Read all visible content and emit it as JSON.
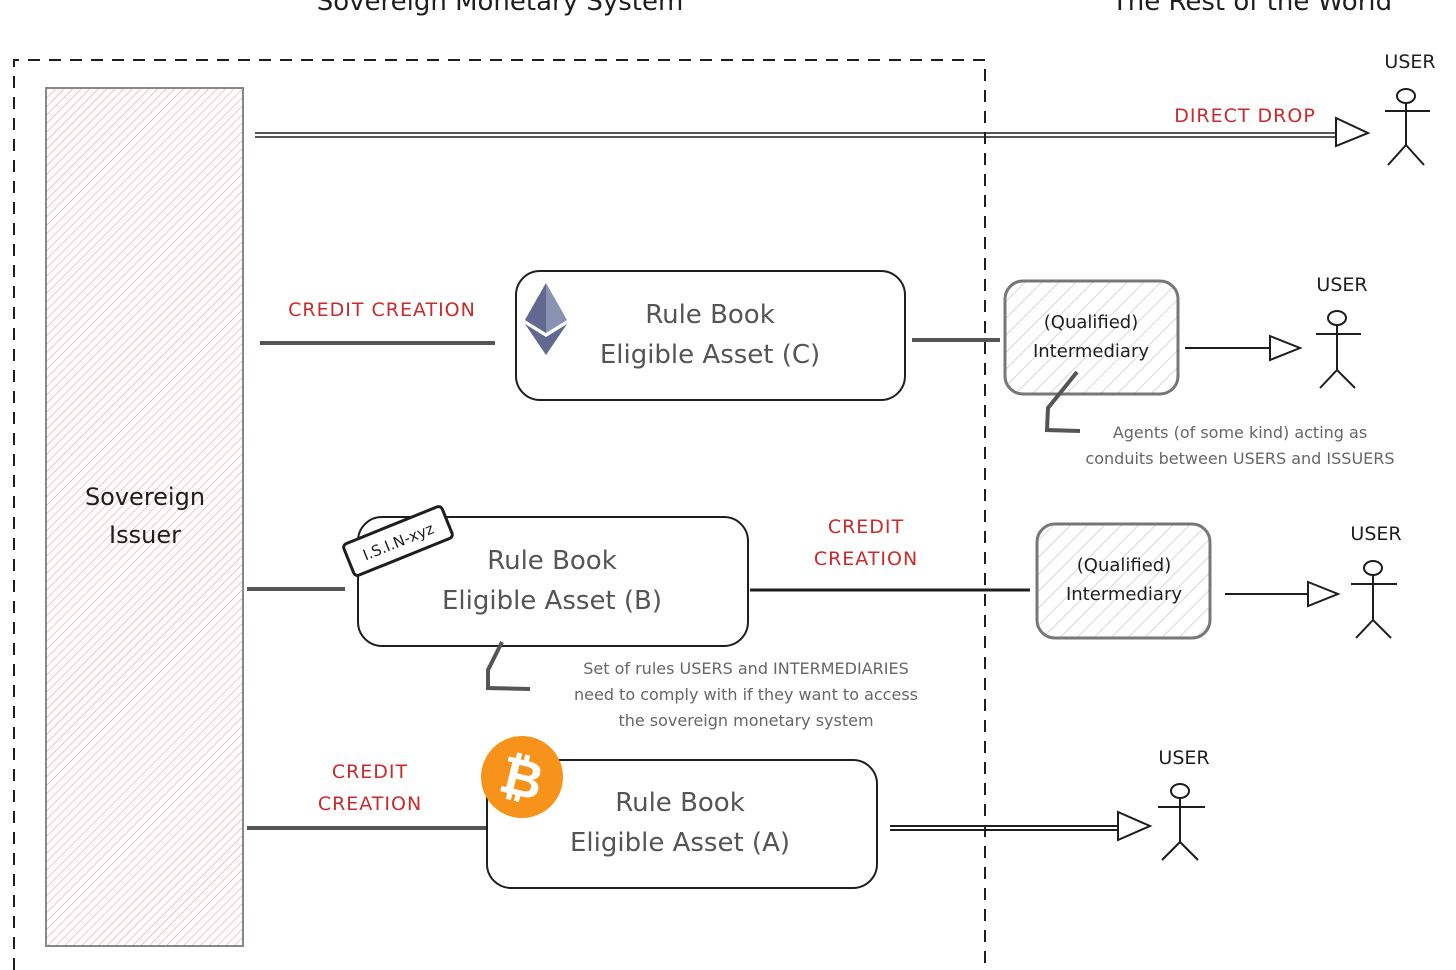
{
  "titles": {
    "left": "Sovereign Monetary System",
    "right": "The Rest of the World"
  },
  "issuer": {
    "line1": "Sovereign",
    "line2": "Issuer",
    "color": "#e03131"
  },
  "direct_drop": {
    "label": "DIRECT DROP"
  },
  "users": [
    "USER",
    "USER",
    "USER",
    "USER"
  ],
  "asset_c": {
    "line1": "Rule Book",
    "line2": "Eligible Asset (C)",
    "icon": "ethereum-icon",
    "flow_label": "CREDIT CREATION"
  },
  "asset_b": {
    "line1": "Rule Book",
    "line2": "Eligible Asset (B)",
    "stamp": "I.S.I.N-xyz",
    "flow_label_1": "CREDIT",
    "flow_label_2": "CREATION"
  },
  "asset_a": {
    "line1": "Rule Book",
    "line2": "Eligible Asset (A)",
    "icon": "bitcoin-icon",
    "icon_color": "#f7931a",
    "flow_label_1": "CREDIT",
    "flow_label_2": "CREATION"
  },
  "intermediaries": [
    {
      "line1": "(Qualified)",
      "line2": "Intermediary"
    },
    {
      "line1": "(Qualified)",
      "line2": "Intermediary"
    }
  ],
  "notes": {
    "intermediary": [
      "Agents (of some kind) acting as",
      "conduits between USERS and ISSUERS"
    ],
    "rulebook": [
      "Set of rules USERS and INTERMEDIARIES",
      "need to comply with if they want to access",
      "the sovereign monetary system"
    ]
  },
  "colors": {
    "accent_red": "#c92a2a",
    "stroke": "#1e1e1e",
    "box_stroke": "#555555"
  }
}
